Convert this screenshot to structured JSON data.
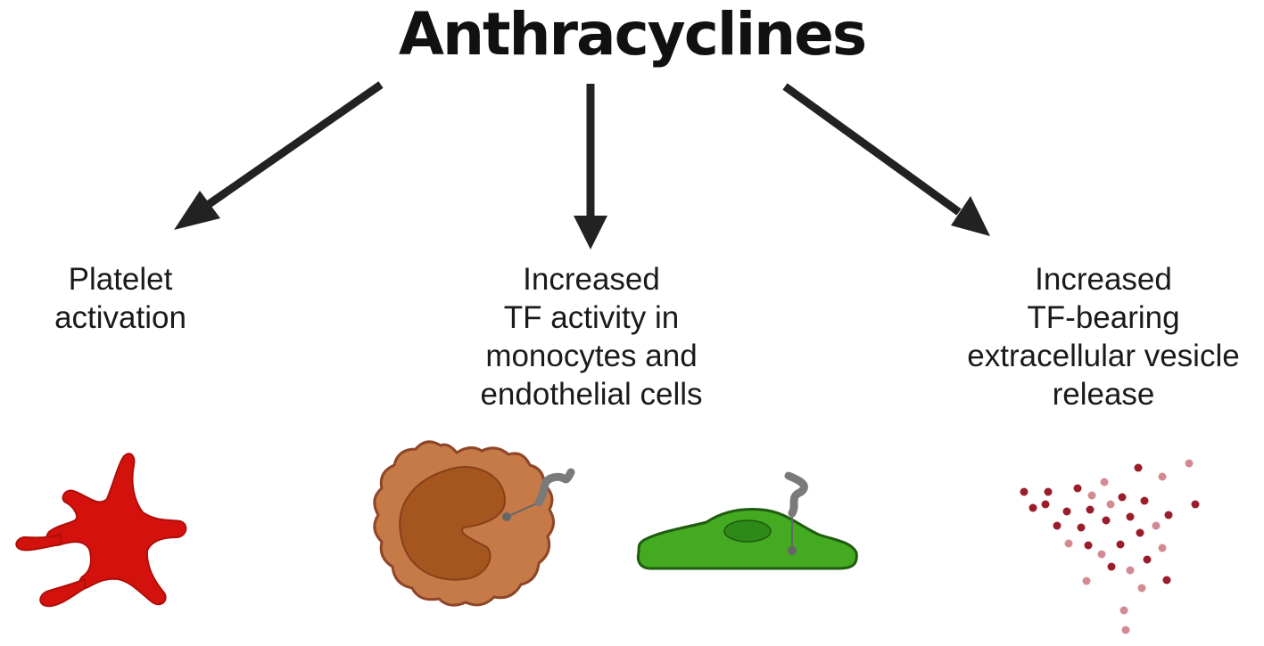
{
  "title": "Anthracyclines",
  "effects": [
    {
      "id": "platelet",
      "lines": [
        "Platelet",
        "activation"
      ]
    },
    {
      "id": "monocyte",
      "lines": [
        "Increased",
        "TF activity in",
        "monocytes and",
        "endothelial cells"
      ]
    },
    {
      "id": "vesicle",
      "lines": [
        "Increased",
        "TF-bearing",
        "extracellular vesicle",
        "release"
      ]
    }
  ],
  "colors": {
    "arrow": "#222222",
    "platelet": "#d4120d",
    "monocyte_body": "#c57a48",
    "monocyte_nucleus": "#a5561f",
    "endothelial_body": "#44aa22",
    "endothelial_nucleus": "#2e8a18",
    "tf_receptor": "#7a7a7a",
    "vesicle_dark": "#9b1c2b",
    "vesicle_light": "#d48a92"
  },
  "icons": [
    "platelet-icon",
    "monocyte-icon",
    "endothelial-cell-icon",
    "extracellular-vesicles-icon"
  ]
}
